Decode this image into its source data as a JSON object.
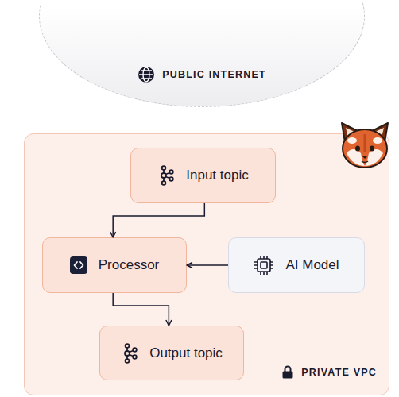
{
  "diagram": {
    "nodes": [
      {
        "text": [
          "PUBLIC INTERNET"
        ]
      },
      {
        "text": [
          "PRIVATE VPC"
        ]
      },
      {
        "text": [
          "Input topic"
        ],
        "in": 1
      },
      {
        "text": [
          "Processor"
        ],
        "in": 1
      },
      {
        "text": [
          "AI Model"
        ],
        "in": 1
      },
      {
        "text": [
          "Output topic"
        ],
        "in": 1
      }
    ],
    "edges": [
      {
        "from": 2,
        "to": 3,
        "arrow": "to"
      },
      {
        "from": 4,
        "to": 3,
        "arrow": "to"
      },
      {
        "from": 3,
        "to": 5,
        "arrow": "to"
      }
    ]
  }
}
